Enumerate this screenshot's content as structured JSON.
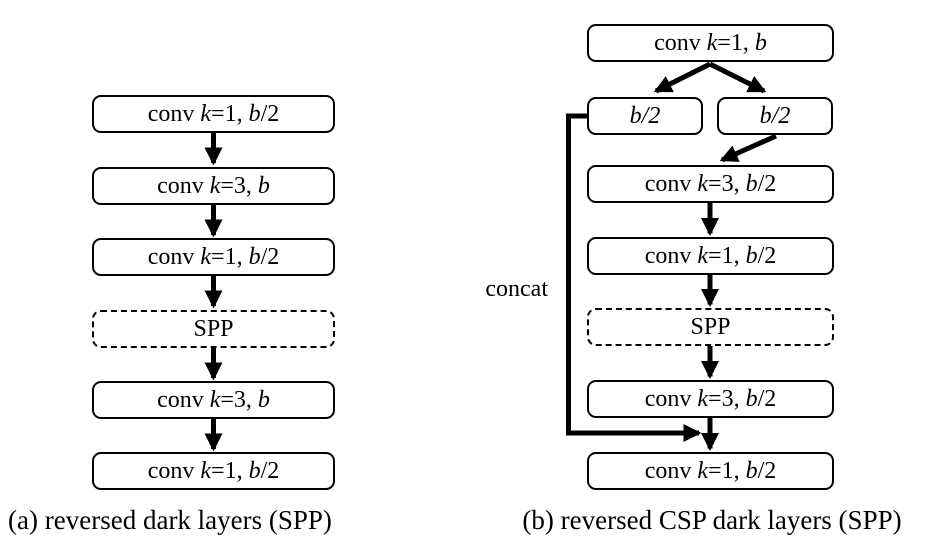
{
  "figure": {
    "background": "#ffffff",
    "stroke_color": "#000000",
    "text_color": "#000000"
  },
  "diagram_a": {
    "caption": "(a) reversed dark layers (SPP)",
    "nodes": [
      {
        "text": "conv k=1, b/2",
        "style": "solid",
        "label": [
          {
            "t": "conv ",
            "i": 0
          },
          {
            "t": "k",
            "i": 1
          },
          {
            "t": "=1, ",
            "i": 0
          },
          {
            "t": "b",
            "i": 1
          },
          {
            "t": "/2",
            "i": 0
          }
        ]
      },
      {
        "text": "conv k=3, b",
        "style": "solid",
        "label": [
          {
            "t": "conv ",
            "i": 0
          },
          {
            "t": "k",
            "i": 1
          },
          {
            "t": "=3, ",
            "i": 0
          },
          {
            "t": "b",
            "i": 1
          }
        ]
      },
      {
        "text": "conv k=1, b/2",
        "style": "solid",
        "label": [
          {
            "t": "conv ",
            "i": 0
          },
          {
            "t": "k",
            "i": 1
          },
          {
            "t": "=1, ",
            "i": 0
          },
          {
            "t": "b",
            "i": 1
          },
          {
            "t": "/2",
            "i": 0
          }
        ]
      },
      {
        "text": "SPP",
        "style": "dashed",
        "label": [
          {
            "t": "SPP",
            "i": 0
          }
        ]
      },
      {
        "text": "conv k=3, b",
        "style": "solid",
        "label": [
          {
            "t": "conv ",
            "i": 0
          },
          {
            "t": "k",
            "i": 1
          },
          {
            "t": "=3, ",
            "i": 0
          },
          {
            "t": "b",
            "i": 1
          }
        ]
      },
      {
        "text": "conv k=1, b/2",
        "style": "solid",
        "label": [
          {
            "t": "conv ",
            "i": 0
          },
          {
            "t": "k",
            "i": 1
          },
          {
            "t": "=1, ",
            "i": 0
          },
          {
            "t": "b",
            "i": 1
          },
          {
            "t": "/2",
            "i": 0
          }
        ]
      }
    ]
  },
  "diagram_b": {
    "caption": "(b) reversed CSP dark layers (SPP)",
    "concat_label": "concat",
    "nodes": [
      {
        "text": "conv k=1, b",
        "style": "solid",
        "label": [
          {
            "t": "conv ",
            "i": 0
          },
          {
            "t": "k",
            "i": 1
          },
          {
            "t": "=1, ",
            "i": 0
          },
          {
            "t": "b",
            "i": 1
          }
        ]
      },
      {
        "text": "b/2",
        "style": "solid",
        "label": [
          {
            "t": "b/2",
            "i": 1
          }
        ]
      },
      {
        "text": "b/2",
        "style": "solid",
        "label": [
          {
            "t": "b/2",
            "i": 1
          }
        ]
      },
      {
        "text": "conv k=3, b/2",
        "style": "solid",
        "label": [
          {
            "t": "conv ",
            "i": 0
          },
          {
            "t": "k",
            "i": 1
          },
          {
            "t": "=3, ",
            "i": 0
          },
          {
            "t": "b",
            "i": 1
          },
          {
            "t": "/2",
            "i": 0
          }
        ]
      },
      {
        "text": "conv k=1, b/2",
        "style": "solid",
        "label": [
          {
            "t": "conv ",
            "i": 0
          },
          {
            "t": "k",
            "i": 1
          },
          {
            "t": "=1, ",
            "i": 0
          },
          {
            "t": "b",
            "i": 1
          },
          {
            "t": "/2",
            "i": 0
          }
        ]
      },
      {
        "text": "SPP",
        "style": "dashed",
        "label": [
          {
            "t": "SPP",
            "i": 0
          }
        ]
      },
      {
        "text": "conv k=3, b/2",
        "style": "solid",
        "label": [
          {
            "t": "conv ",
            "i": 0
          },
          {
            "t": "k",
            "i": 1
          },
          {
            "t": "=3, ",
            "i": 0
          },
          {
            "t": "b",
            "i": 1
          },
          {
            "t": "/2",
            "i": 0
          }
        ]
      },
      {
        "text": "conv k=1, b/2",
        "style": "solid",
        "label": [
          {
            "t": "conv ",
            "i": 0
          },
          {
            "t": "k",
            "i": 1
          },
          {
            "t": "=1, ",
            "i": 0
          },
          {
            "t": "b",
            "i": 1
          },
          {
            "t": "/2",
            "i": 0
          }
        ]
      }
    ]
  }
}
